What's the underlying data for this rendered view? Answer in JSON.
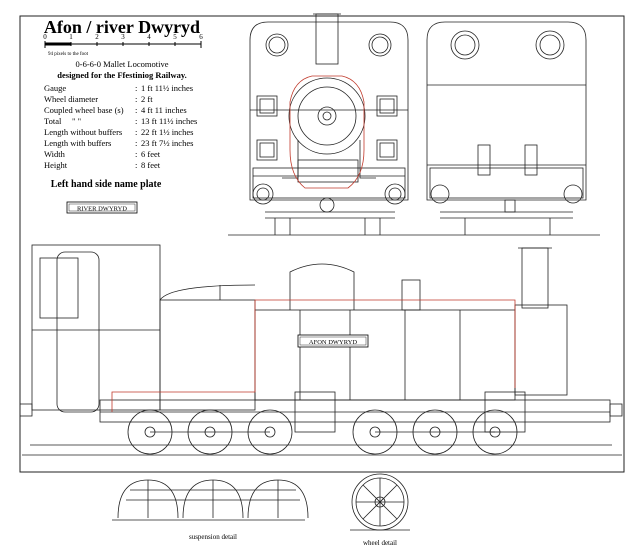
{
  "title": "Afon / river Dwyryd",
  "scale": {
    "ticks": [
      "0",
      "1",
      "2",
      "3",
      "4",
      "5",
      "6"
    ],
    "caption": "94 pixels to the foot"
  },
  "subtitle_lines": [
    "0-6-6-0 Mallet Locomotive",
    "designed for the Ffestiniog Railway."
  ],
  "specs": [
    {
      "label": "Gauge",
      "value": "1 ft 11½ inches"
    },
    {
      "label": "Wheel diameter",
      "value": "2 ft"
    },
    {
      "label": "Coupled wheel base (s)",
      "value": "4 ft 11 inches"
    },
    {
      "label": "Total",
      "value": "13 ft 11½ inches"
    },
    {
      "label": "Length without buffers",
      "value": "22 ft 1½ inches"
    },
    {
      "label": "Length with buffers",
      "value": "23 ft 7½ inches"
    },
    {
      "label": "Width",
      "value": "6 feet"
    },
    {
      "label": "Height",
      "value": "8 feet"
    }
  ],
  "total_ditto": "\"        \"",
  "nameplate_heading": "Left hand side name plate",
  "nameplate_text": "RIVER DWYRYD",
  "side_nameplate_text": "AFON DWYRYD",
  "details": {
    "suspension_caption": "suspension detail",
    "wheel_caption": "wheel detail"
  },
  "colors": {
    "line": "#222222",
    "accent": "#c0392b",
    "background": "#ffffff"
  }
}
